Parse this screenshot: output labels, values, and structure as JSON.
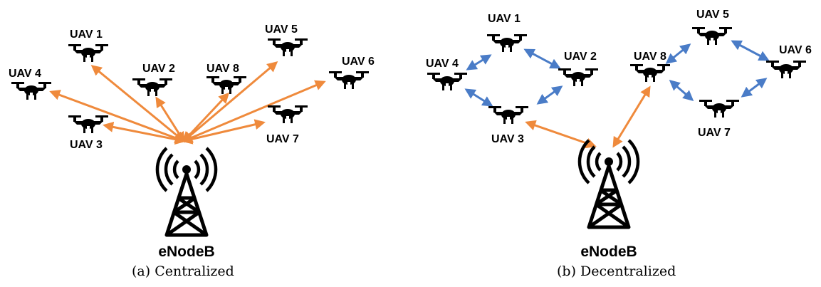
{
  "colors": {
    "link_to_base": "#ef8a3c",
    "uav_to_uav": "#4a7cc7",
    "icon": "#000000"
  },
  "icons": {
    "uav": "quadcopter-drone-icon",
    "base_station": "cell-tower-icon"
  },
  "panel_a": {
    "caption": "(a) Centralized",
    "base_station": "eNodeB",
    "uavs": [
      "UAV 1",
      "UAV 2",
      "UAV 3",
      "UAV 4",
      "UAV 5",
      "UAV 6",
      "UAV 7",
      "UAV 8"
    ],
    "links": [
      {
        "from": "eNodeB",
        "to": "UAV 1"
      },
      {
        "from": "eNodeB",
        "to": "UAV 2"
      },
      {
        "from": "eNodeB",
        "to": "UAV 3"
      },
      {
        "from": "eNodeB",
        "to": "UAV 4"
      },
      {
        "from": "eNodeB",
        "to": "UAV 5"
      },
      {
        "from": "eNodeB",
        "to": "UAV 6"
      },
      {
        "from": "eNodeB",
        "to": "UAV 7"
      },
      {
        "from": "eNodeB",
        "to": "UAV 8"
      }
    ]
  },
  "panel_b": {
    "caption": "(b) Decentralized",
    "base_station": "eNodeB",
    "uavs": [
      "UAV 1",
      "UAV 2",
      "UAV 3",
      "UAV 4",
      "UAV 5",
      "UAV 6",
      "UAV 7",
      "UAV 8"
    ],
    "links": [
      {
        "from": "UAV 4",
        "to": "UAV 1",
        "kind": "uav"
      },
      {
        "from": "UAV 1",
        "to": "UAV 2",
        "kind": "uav"
      },
      {
        "from": "UAV 2",
        "to": "UAV 3",
        "kind": "uav"
      },
      {
        "from": "UAV 3",
        "to": "UAV 4",
        "kind": "uav"
      },
      {
        "from": "UAV 8",
        "to": "UAV 5",
        "kind": "uav"
      },
      {
        "from": "UAV 5",
        "to": "UAV 6",
        "kind": "uav"
      },
      {
        "from": "UAV 6",
        "to": "UAV 7",
        "kind": "uav"
      },
      {
        "from": "UAV 7",
        "to": "UAV 8",
        "kind": "uav"
      },
      {
        "from": "UAV 3",
        "to": "eNodeB",
        "kind": "base"
      },
      {
        "from": "eNodeB",
        "to": "UAV 8",
        "kind": "base"
      }
    ]
  }
}
